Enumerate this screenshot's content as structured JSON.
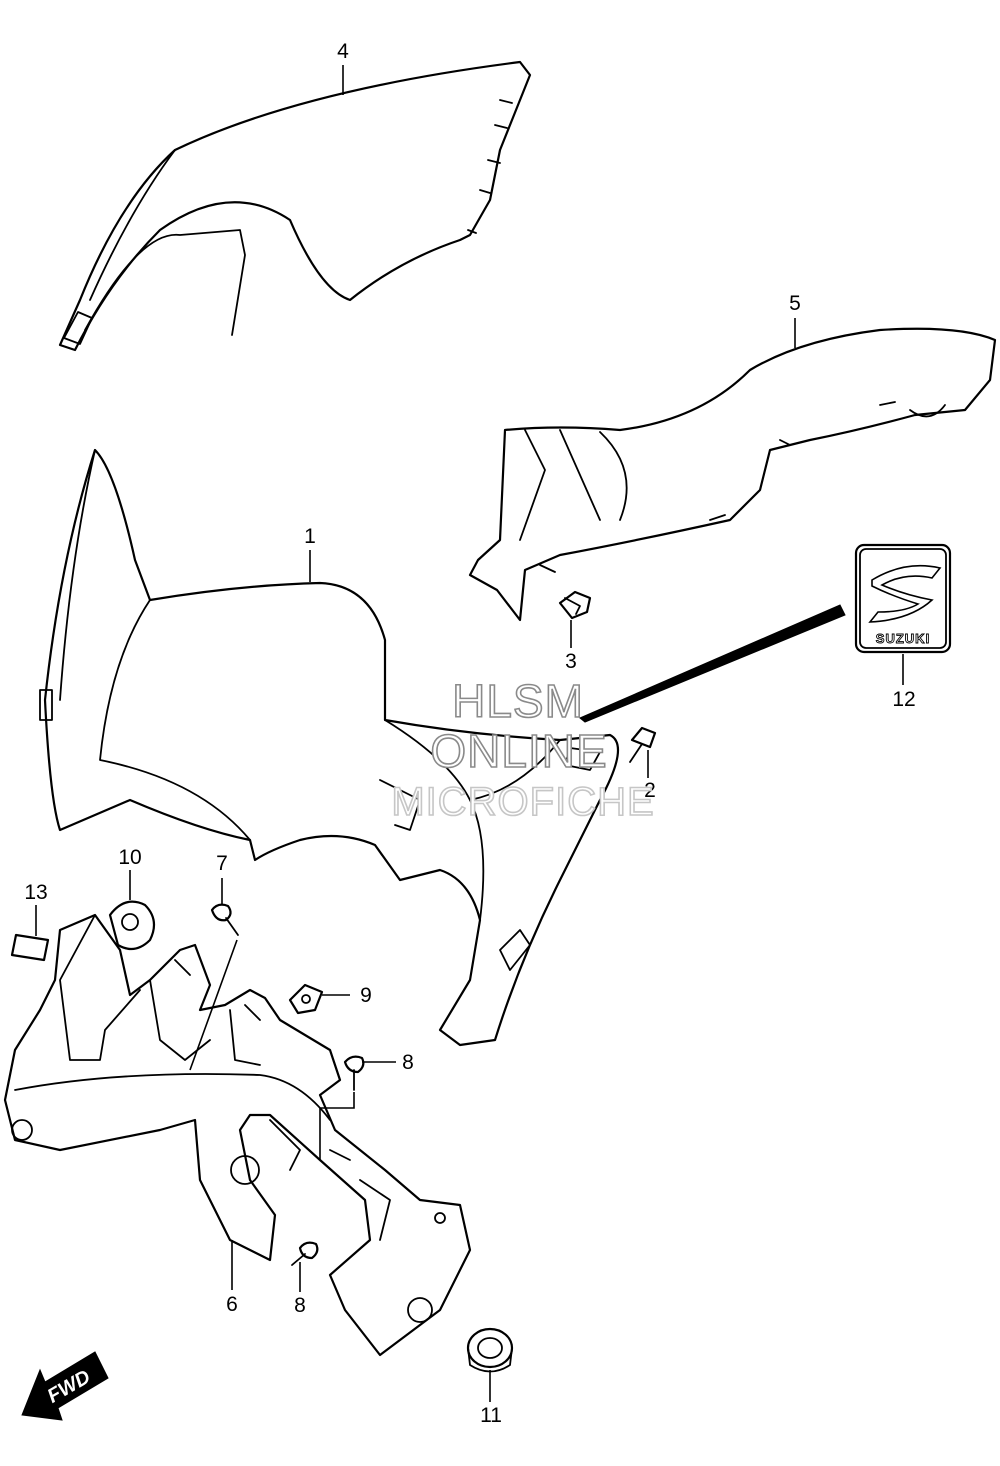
{
  "callouts": [
    {
      "id": "1",
      "label": "1"
    },
    {
      "id": "2",
      "label": "2"
    },
    {
      "id": "3",
      "label": "3"
    },
    {
      "id": "4",
      "label": "4"
    },
    {
      "id": "5",
      "label": "5"
    },
    {
      "id": "6",
      "label": "6"
    },
    {
      "id": "7",
      "label": "7"
    },
    {
      "id": "8a",
      "label": "8"
    },
    {
      "id": "8b",
      "label": "8"
    },
    {
      "id": "9",
      "label": "9"
    },
    {
      "id": "10",
      "label": "10"
    },
    {
      "id": "11",
      "label": "11"
    },
    {
      "id": "12",
      "label": "12"
    },
    {
      "id": "13",
      "label": "13"
    }
  ],
  "watermark": {
    "line1": "HLSM",
    "line2": "ONLINE",
    "line3": "MICROFICHE"
  },
  "emblem": {
    "text": "SUZUKI"
  },
  "direction_marker": {
    "text": "FWD"
  },
  "colors": {
    "line": "#000000",
    "background": "#ffffff",
    "watermark": "#8a8a8a"
  }
}
